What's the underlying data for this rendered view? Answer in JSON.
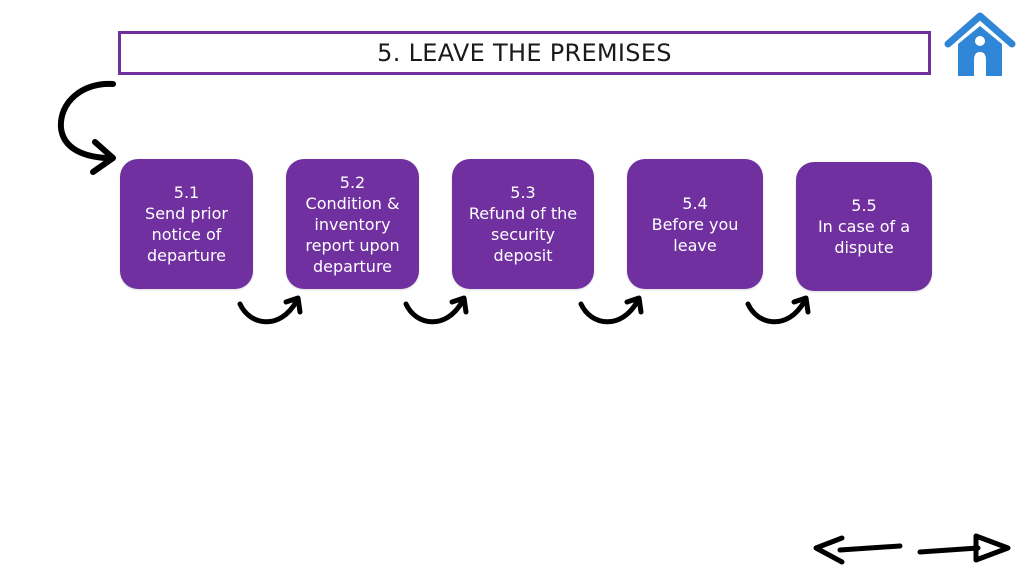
{
  "header": {
    "title": "5. LEAVE THE PREMISES"
  },
  "icons": {
    "home": "home-icon",
    "start_arrow": "curved-arrow-icon",
    "prev": "left-arrow-icon",
    "next": "right-arrow-icon"
  },
  "colors": {
    "accent": "#7030a0",
    "home_blue": "#2f86d6"
  },
  "steps": [
    {
      "number": "5.1",
      "lines": [
        "Send prior",
        "notice of",
        "departure"
      ]
    },
    {
      "number": "5.2",
      "lines": [
        "Condition &",
        "inventory",
        "report upon",
        "departure"
      ]
    },
    {
      "number": "5.3",
      "lines": [
        "Refund of the",
        "security",
        "deposit"
      ]
    },
    {
      "number": "5.4",
      "lines": [
        "Before you",
        "leave"
      ]
    },
    {
      "number": "5.5",
      "lines": [
        "In case of a",
        "dispute"
      ]
    }
  ]
}
